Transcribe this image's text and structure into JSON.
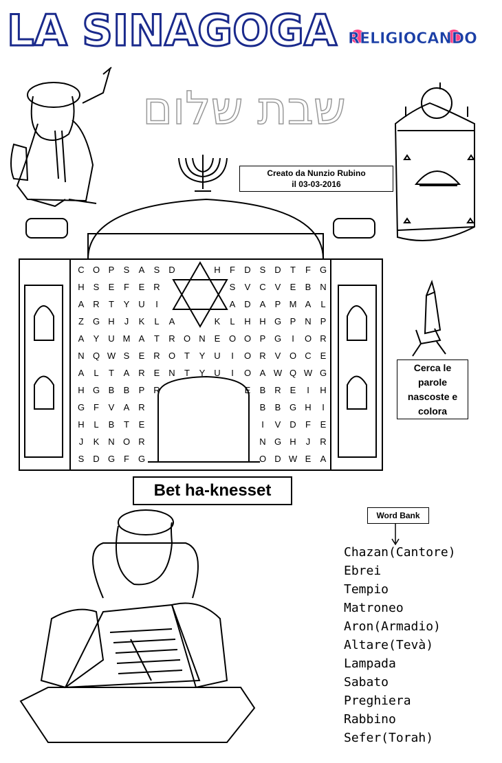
{
  "title": "LA SINAGOGA",
  "logo_text": "RELIGIOCANDO",
  "hebrew_text": "שבת שלום",
  "credit": {
    "line1": "Creato da Nunzio Rubino",
    "line2": "il 03-03-2016"
  },
  "heading": "Bet ha-knesset",
  "instruction": {
    "line1": "Cerca le",
    "line2": "parole",
    "line3": "nascoste e",
    "line4": "colora"
  },
  "word_bank_label": "Word Bank",
  "word_bank": [
    "Chazan(Cantore)",
    "Ebrei",
    "Tempio",
    "Matroneo",
    "Aron(Armadio)",
    "Altare(Tevà)",
    "Lampada",
    "Sabato",
    "Preghiera",
    "Rabbino",
    "Sefer(Torah)"
  ],
  "puzzle_rows": [
    "COPSASD    HFDSDTFG",
    "HSEFER     SVCVEBN",
    "ARTYUI     ADAPMAL",
    "ZGHJKLA   KLHHGPNP",
    "AYUMATRONEOOPGIOR",
    "NQWSEROTYUIORVOCE",
    "ALTARENTYUIOAWQWG",
    "HGBBPR     EBREIH",
    "GFVAR      BBGHI",
    "HLBTE      IVDFE",
    "JKNOR      NGHJR",
    "SDGFG      ODWEA"
  ],
  "puzzle_rows_note_free": true,
  "icons": [
    "rabbi-illustration",
    "menorah-icon",
    "torah-ark-illustration",
    "star-of-david-icon",
    "pencil-mascot-illustration",
    "torah-reader-illustration"
  ]
}
